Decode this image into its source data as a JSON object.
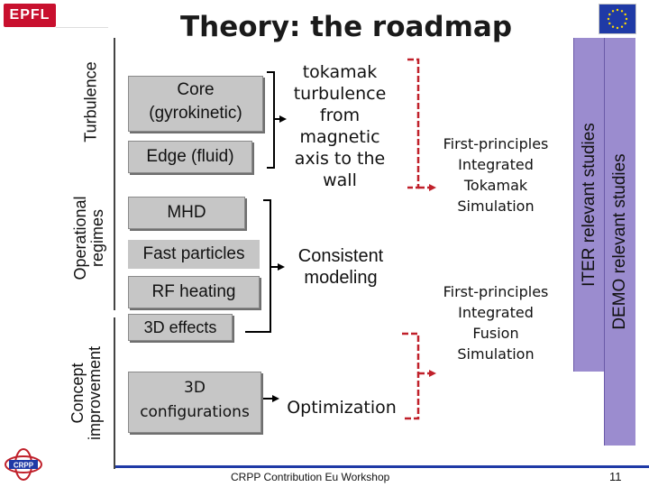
{
  "header": {
    "logo_text": "EPFL",
    "title": "Theory: the roadmap"
  },
  "left_labels": {
    "turbulence": "Turbulence",
    "operational": "Operational regimes",
    "concept": "Concept improvement"
  },
  "gray_boxes": {
    "core": "Core (gyrokinetic)",
    "edge": "Edge (fluid)",
    "mhd": "MHD",
    "fast_particles": "Fast particles",
    "rf_heating": "RF heating",
    "effects_3d": "3D effects",
    "configurations_3d": "3D configurations"
  },
  "center_texts": {
    "tokamak": "tokamak turbulence from magnetic axis to the wall",
    "consistent": "Consistent modeling",
    "optimization": "Optimization"
  },
  "right_texts": {
    "first_tokamak": "First-principles Integrated Tokamak Simulation",
    "first_fusion": "First-principles Integrated Fusion Simulation"
  },
  "side_bars": {
    "iter": "ITER relevant studies",
    "demo": "DEMO relevant studies"
  },
  "footer": {
    "text": "CRPP Contribution Eu Workshop",
    "page": "11",
    "crpp_logo": "CRPP"
  },
  "colors": {
    "gray_box": "#c6c6c6",
    "purple": "#9b8ccf",
    "arrow_red": "#c0202a",
    "eu_blue": "#1f3aa6"
  }
}
